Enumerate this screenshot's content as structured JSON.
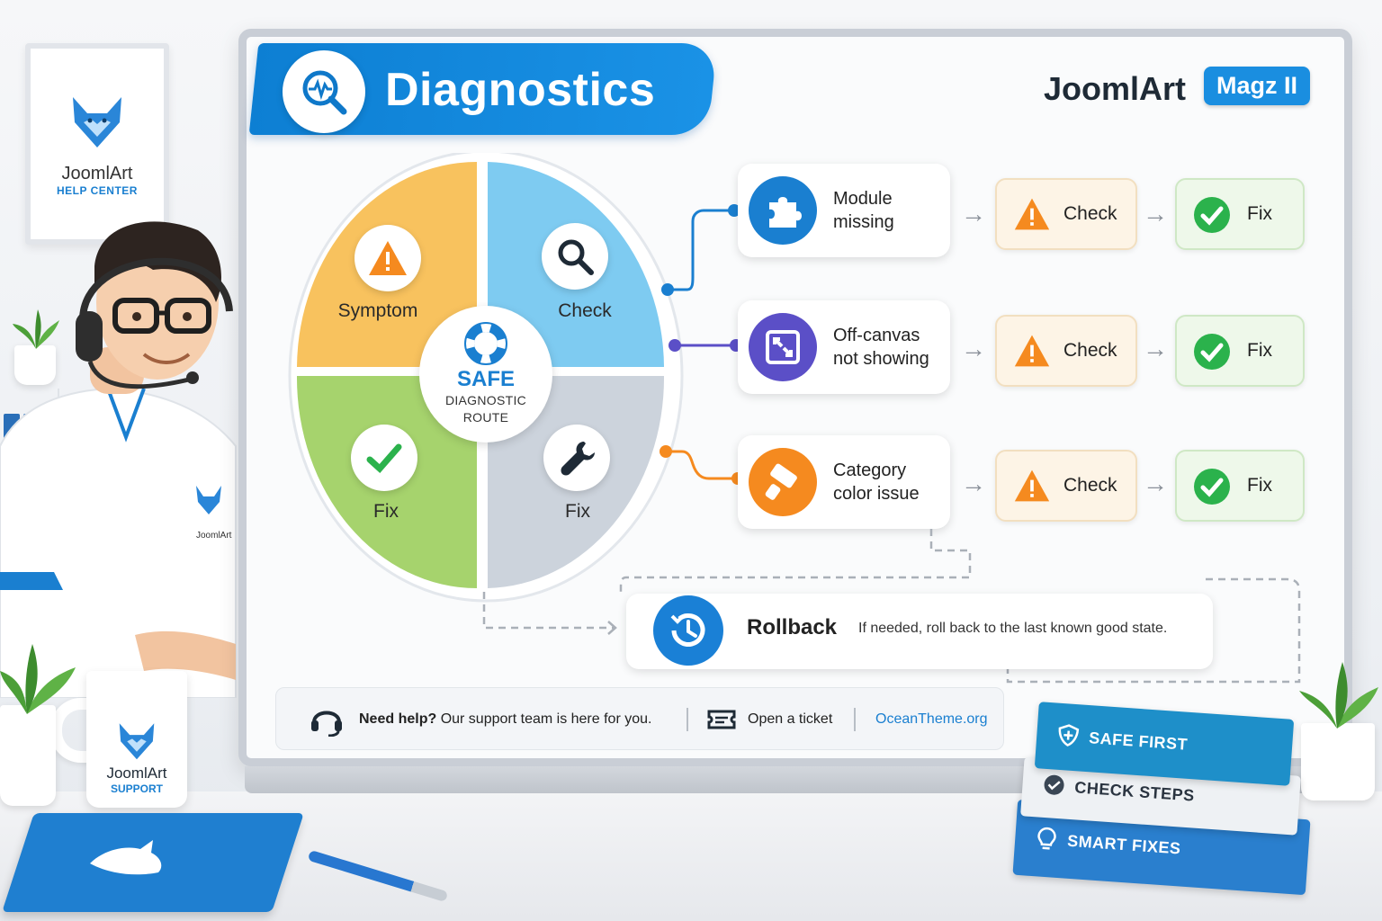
{
  "header": {
    "title": "Diagnostics",
    "brand": "JoomlArt",
    "badge": "Magz II"
  },
  "poster": {
    "brand": "JoomlArt",
    "subtitle": "HELP CENTER"
  },
  "shirt_brand": "JoomlArt",
  "cycle": {
    "quadrants": [
      {
        "label": "Symptom",
        "color": "#f8c25e"
      },
      {
        "label": "Check",
        "color": "#7ecbf1"
      },
      {
        "label": "Fix",
        "color": "#a6d36d"
      },
      {
        "label": "Fix",
        "color": "#ccd3dc"
      }
    ],
    "center_title": "SAFE",
    "center_line1": "DIAGNOSTIC",
    "center_line2": "ROUTE"
  },
  "rows": [
    {
      "issue_line1": "Module",
      "issue_line2": "missing",
      "icon": "puzzle-icon",
      "color": "#1a7fd0",
      "check": "Check",
      "fix": "Fix"
    },
    {
      "issue_line1": "Off-canvas",
      "issue_line2": "not showing",
      "icon": "expand-icon",
      "color": "#5b4fc7",
      "check": "Check",
      "fix": "Fix"
    },
    {
      "issue_line1": "Category",
      "issue_line2": "color issue",
      "icon": "paint-icon",
      "color": "#f58a1f",
      "check": "Check",
      "fix": "Fix"
    }
  ],
  "rollback": {
    "title": "Rollback",
    "description": "If needed, roll back to the last known good state."
  },
  "helpbar": {
    "need_help": "Need help?",
    "support_text": "Our support team is here for you.",
    "ticket": "Open a ticket",
    "site": "OceanTheme.org"
  },
  "mug": {
    "brand": "JoomlArt",
    "subtitle": "SUPPORT"
  },
  "books": [
    {
      "label": "SAFE FIRST",
      "color": "#1e8fc9"
    },
    {
      "label": "CHECK STEPS",
      "color": "#eef1f4"
    },
    {
      "label": "SMART FIXES",
      "color": "#2a7fce"
    }
  ]
}
